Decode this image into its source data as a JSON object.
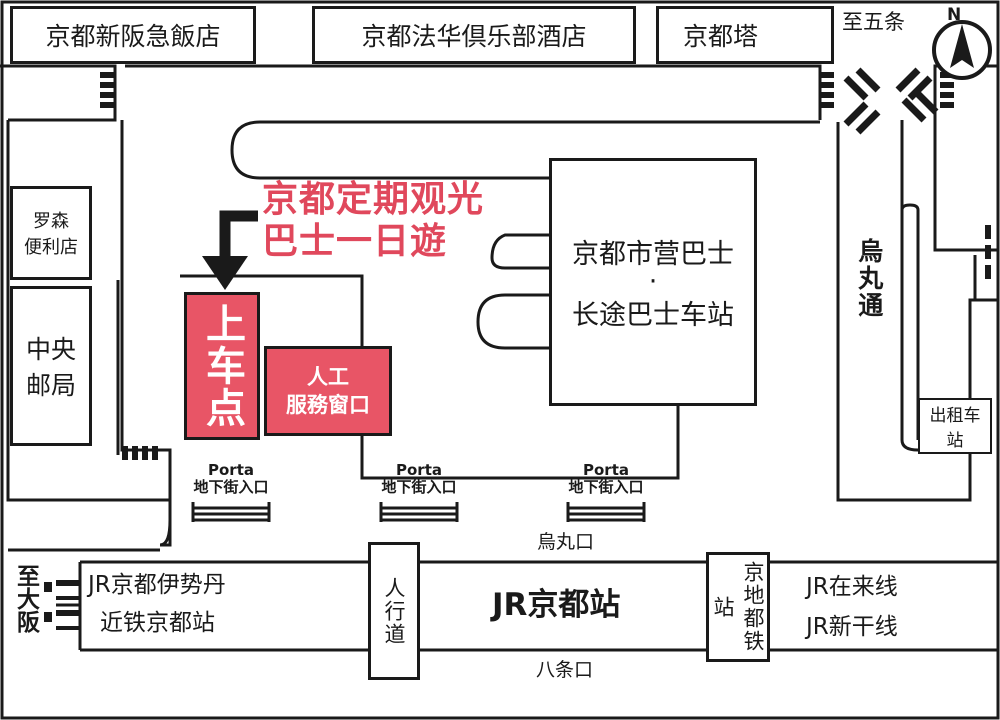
{
  "top_buildings": {
    "hotel_shinhankyu": "京都新阪急飯店",
    "hotel_hokke": "京都法华倶乐部酒店",
    "kyoto_tower": "京都塔",
    "to_gojo": "至五条"
  },
  "compass": {
    "label": "N"
  },
  "left_buildings": {
    "lawson": "罗森\n便利店",
    "post_office": "中央\n邮局"
  },
  "tour_bus": {
    "title_line1": "京都定期观光",
    "title_line2": "巴士一日遊"
  },
  "boarding_point": "上车点",
  "service_window": "人工\n服務窗口",
  "bus_terminal": {
    "line1": "京都市营巴士",
    "separator": "·",
    "line2": "长途巴士车站"
  },
  "karasuma_street": "烏丸通",
  "taxi": "出租车\n站",
  "porta_entrances": [
    {
      "name": "Porta",
      "sub": "地下街入口"
    },
    {
      "name": "Porta",
      "sub": "地下街入口"
    },
    {
      "name": "Porta",
      "sub": "地下街入口"
    }
  ],
  "karasuma_exit": "烏丸口",
  "station": {
    "to_osaka": "至大阪",
    "isetan": "JR京都伊势丹",
    "kintetsu": "近铁京都站",
    "pedestrian": "人行道",
    "name": "JR京都站",
    "subway": "京地都铁站",
    "jr_conventional": "JR在来线",
    "jr_shinkansen": "JR新干线",
    "hachijo_exit": "八条口"
  },
  "colors": {
    "accent_red": "#e85566",
    "title_red": "#e0485c",
    "line": "#1a1a1a"
  }
}
